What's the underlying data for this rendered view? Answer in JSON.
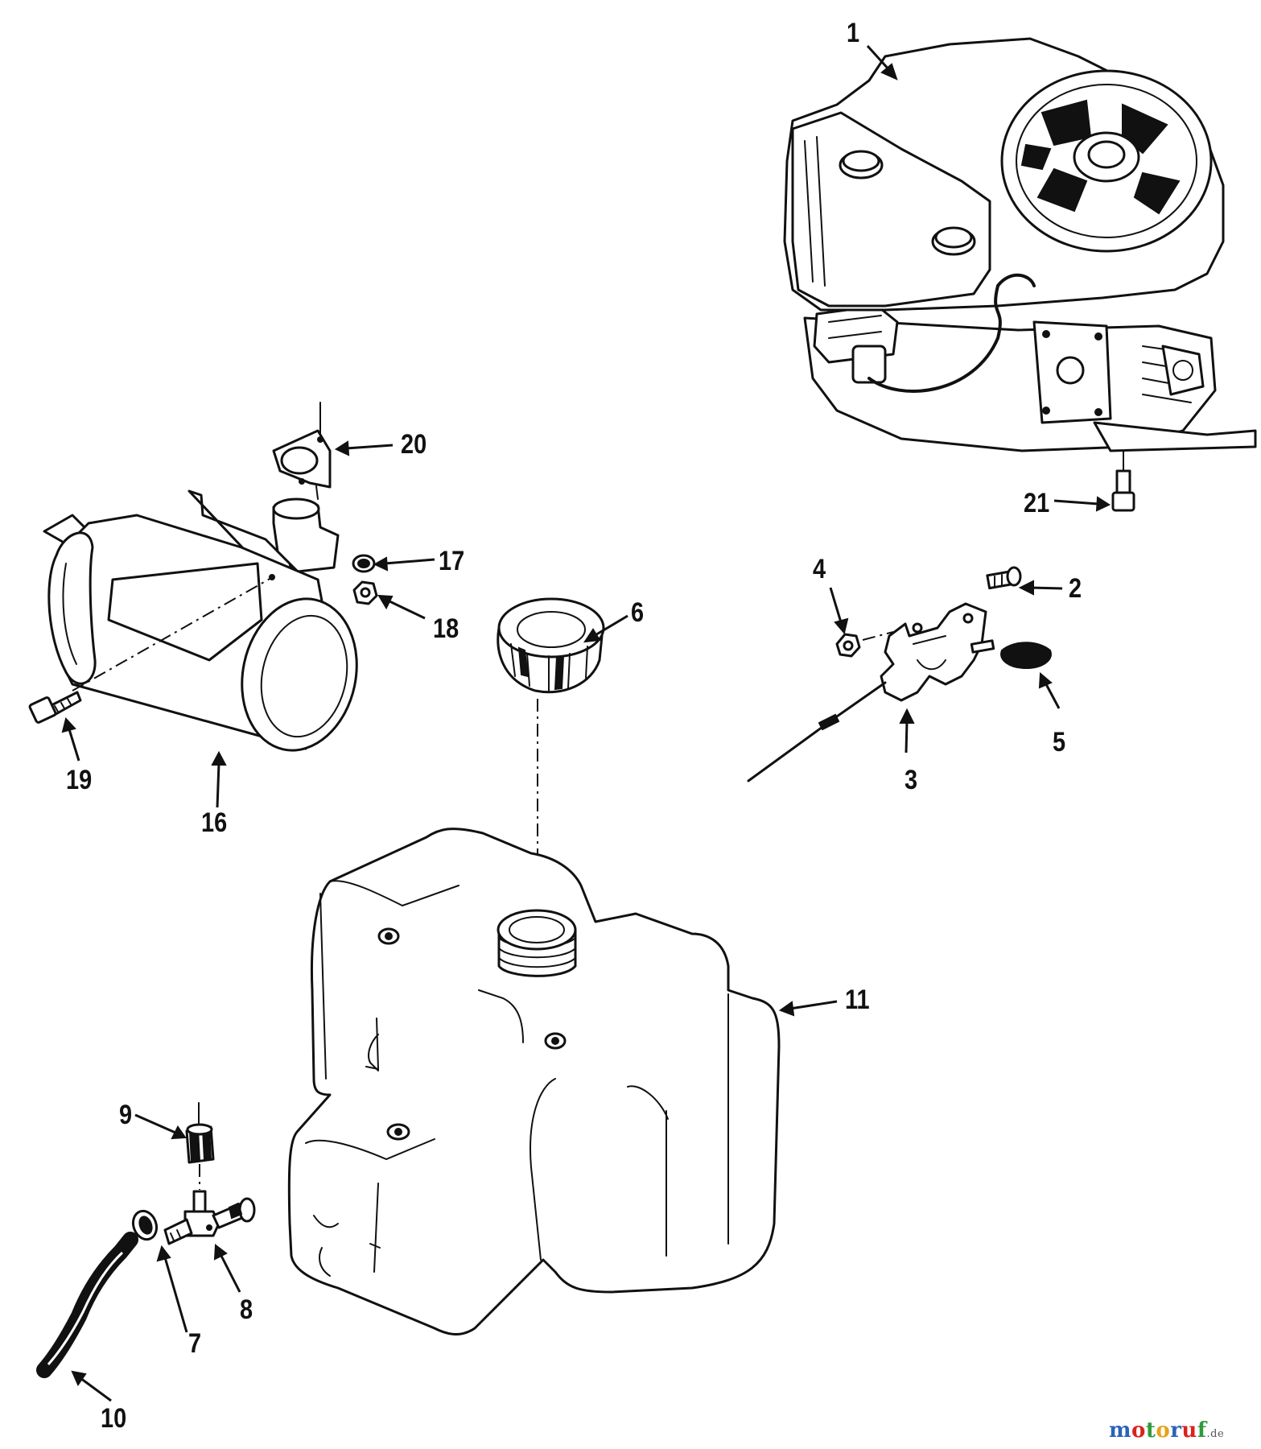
{
  "callouts": {
    "c1": "1",
    "c2": "2",
    "c3": "3",
    "c4": "4",
    "c5": "5",
    "c6": "6",
    "c7": "7",
    "c8": "8",
    "c9": "9",
    "c10": "10",
    "c11": "11",
    "c16": "16",
    "c17": "17",
    "c18": "18",
    "c19": "19",
    "c20": "20",
    "c21": "21"
  },
  "watermark": {
    "letters": [
      "m",
      "o",
      "t",
      "o",
      "r",
      "u",
      "f"
    ],
    "colors": [
      "#2a63b8",
      "#d8231f",
      "#2f9a3b",
      "#e5a31a",
      "#2a63b8",
      "#d8231f",
      "#2f9a3b"
    ],
    "suffix": ".de"
  }
}
